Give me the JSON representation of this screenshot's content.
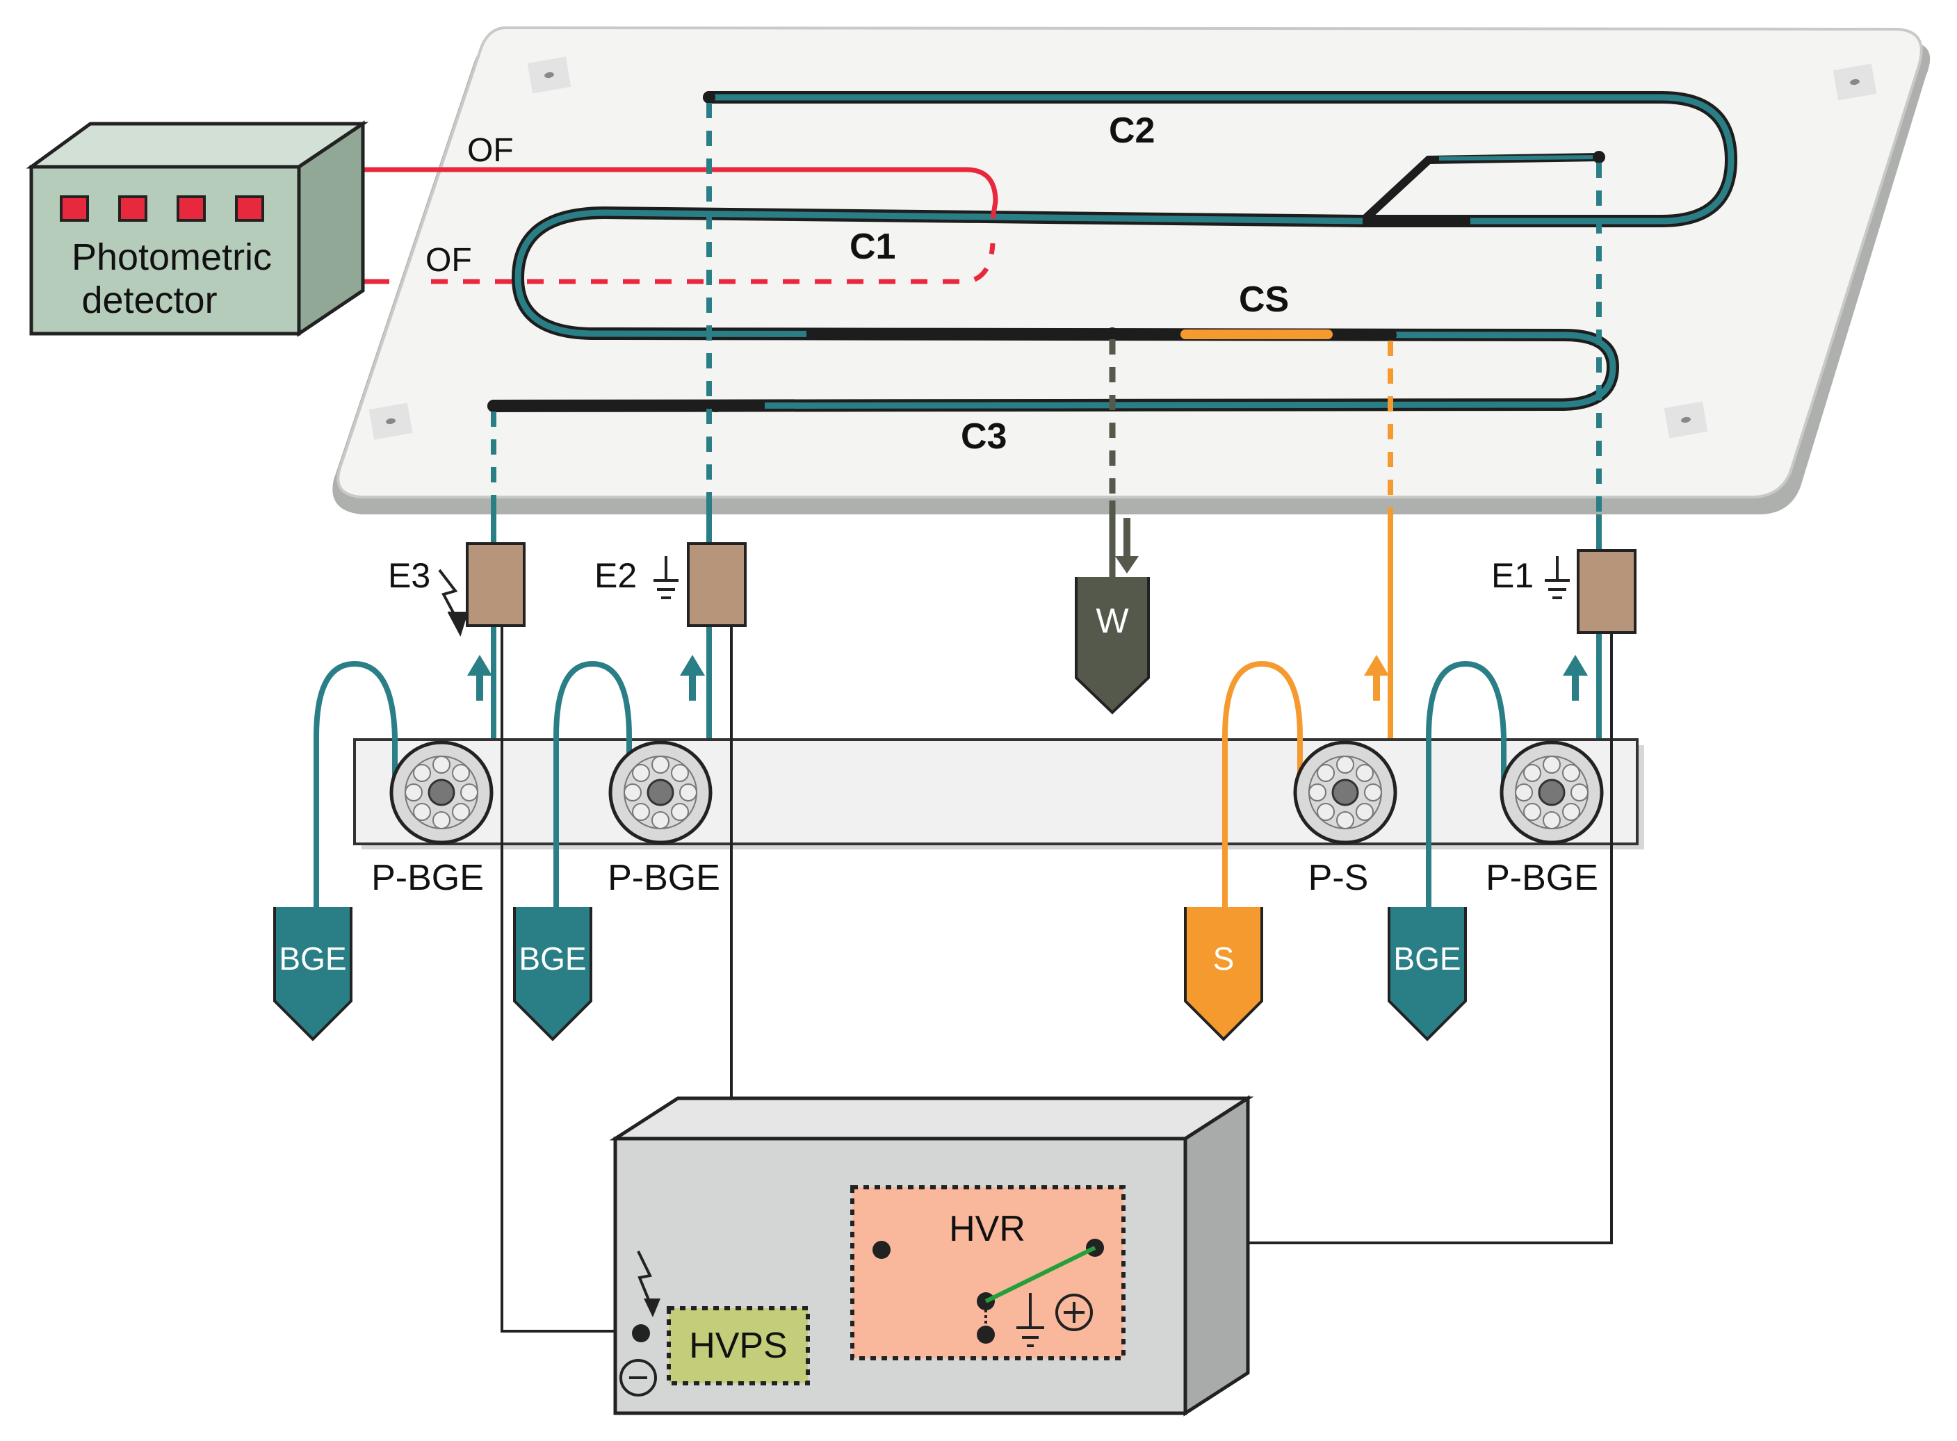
{
  "detector": {
    "label_line1": "Photometric",
    "label_line2": "detector",
    "indicator_count": 4
  },
  "chip": {
    "optical_fiber_label_1": "OF",
    "optical_fiber_label_2": "OF",
    "channels": {
      "c1": "C1",
      "c2": "C2",
      "c3": "C3",
      "cs": "CS"
    }
  },
  "electrodes": {
    "e1": "E1",
    "e2": "E2",
    "e3": "E3"
  },
  "waste": {
    "label": "W"
  },
  "pumps": [
    {
      "label": "P-BGE"
    },
    {
      "label": "P-BGE"
    },
    {
      "label": "P-S"
    },
    {
      "label": "P-BGE"
    }
  ],
  "reservoirs": [
    {
      "label": "BGE"
    },
    {
      "label": "BGE"
    },
    {
      "label": "S"
    },
    {
      "label": "BGE"
    }
  ],
  "power_unit": {
    "hvps_label": "HVPS",
    "hvr_label": "HVR"
  },
  "colors": {
    "teal": "#2a7f86",
    "orange": "#f59a2f",
    "red": "#e8283c",
    "chip": "#f4f4f2",
    "detector": "#b6ccbb",
    "electrode": "#b7957a",
    "hvr": "#f9b79b",
    "hvps": "#c4cd79",
    "waste": "#54594c"
  }
}
